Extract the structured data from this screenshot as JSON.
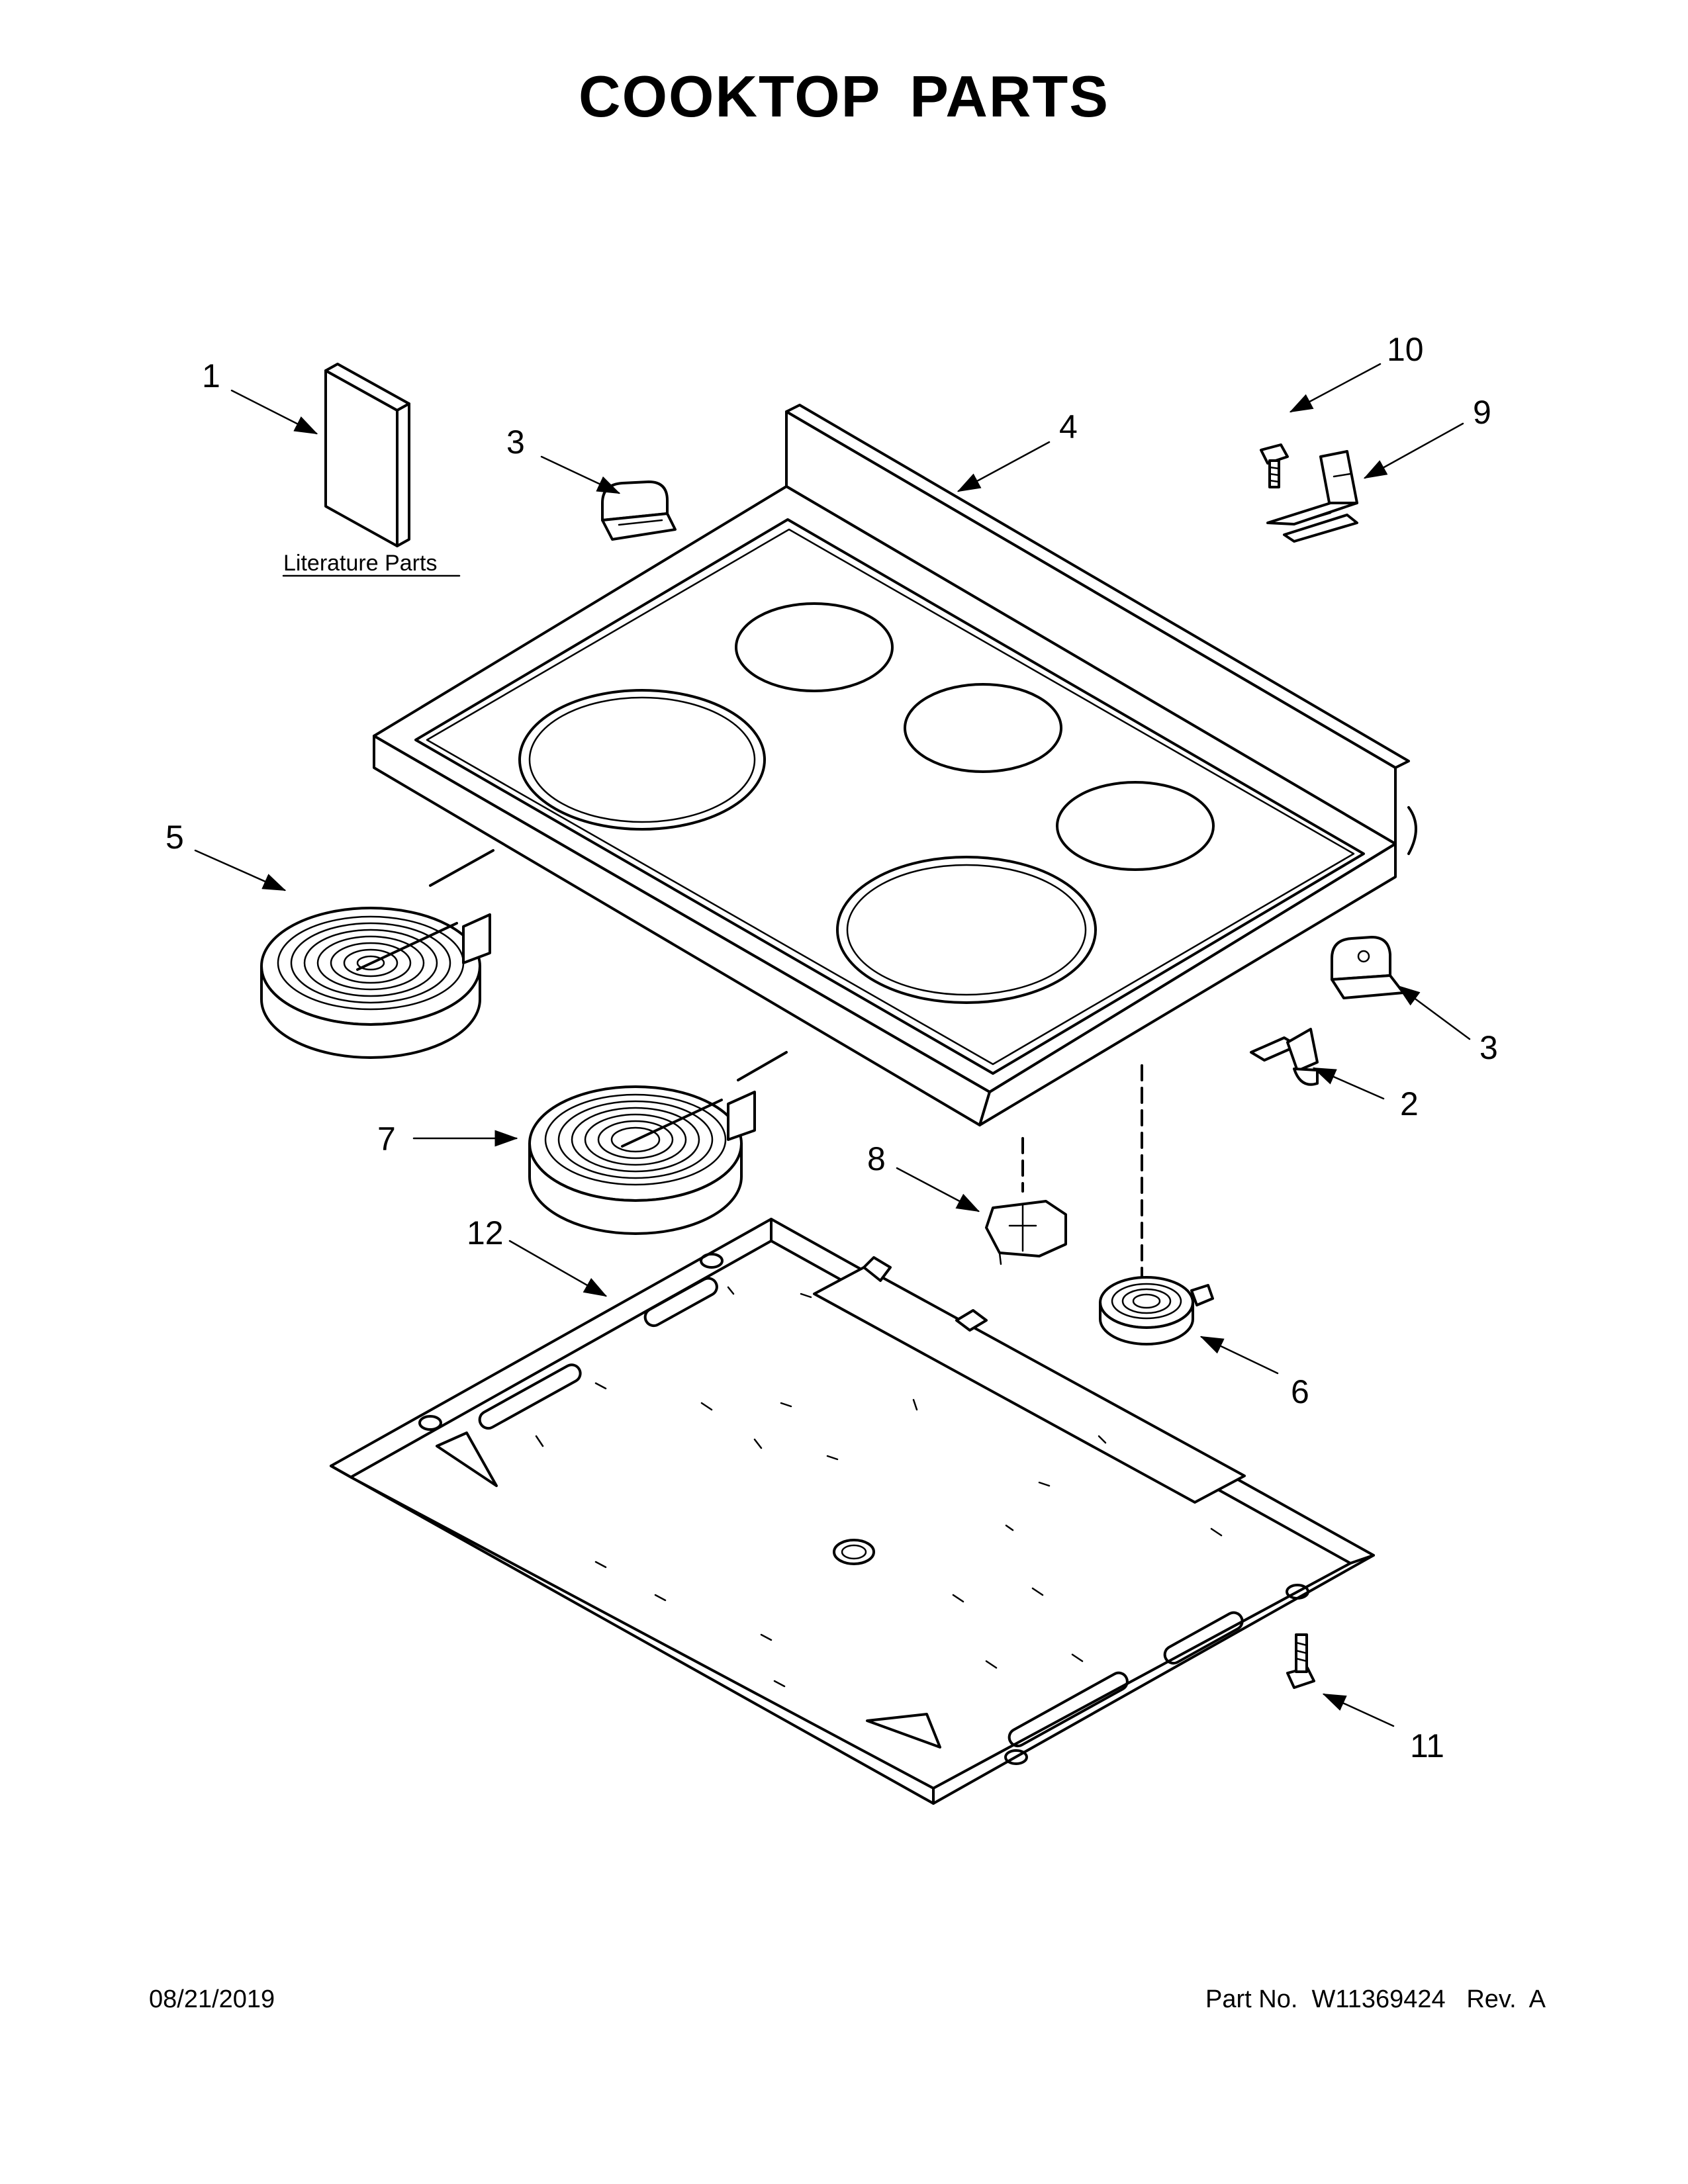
{
  "title": "COOKTOP PARTS",
  "literature_label": "Literature Parts",
  "callouts": {
    "c1": "1",
    "c2": "2",
    "c3a": "3",
    "c3b": "3",
    "c4": "4",
    "c5": "5",
    "c6": "6",
    "c7": "7",
    "c8": "8",
    "c9": "9",
    "c10": "10",
    "c11": "11",
    "c12": "12"
  },
  "footer": {
    "date": "08/21/2019",
    "part_number": "Part No.  W11369424   Rev.  A"
  }
}
